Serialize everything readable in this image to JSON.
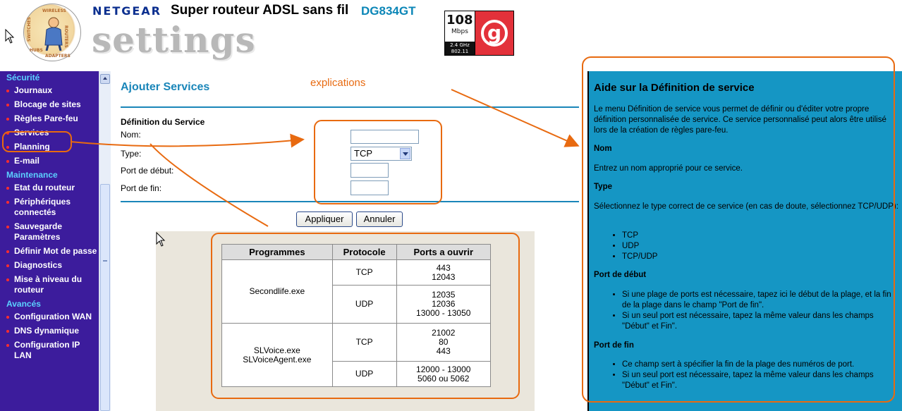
{
  "header": {
    "brand": "NETGEAR",
    "title": "Super routeur ADSL sans fil",
    "model": "DG834GT",
    "settings_word": "settings",
    "badge": {
      "number": "108",
      "unit": "Mbps",
      "band_line1": "2.4 GHz",
      "band_line2": "802.11",
      "letter": "g"
    },
    "logo_words": [
      "SWITCHES",
      "WIRELESS",
      "ROUTERS",
      "ADAPTERS",
      "HUBS"
    ]
  },
  "menu": [
    {
      "type": "section",
      "label": "Sécurité"
    },
    {
      "type": "item",
      "label": "Journaux"
    },
    {
      "type": "item",
      "label": "Blocage de sites"
    },
    {
      "type": "item",
      "label": "Règles Pare-feu"
    },
    {
      "type": "item",
      "label": "Services",
      "selected": true
    },
    {
      "type": "item",
      "label": "Planning"
    },
    {
      "type": "item",
      "label": "E-mail"
    },
    {
      "type": "section",
      "label": "Maintenance"
    },
    {
      "type": "item",
      "label": "Etat du routeur"
    },
    {
      "type": "item",
      "label": "Périphériques connectés"
    },
    {
      "type": "item",
      "label": "Sauvegarde Paramètres"
    },
    {
      "type": "item",
      "label": "Définir Mot de passe"
    },
    {
      "type": "item",
      "label": "Diagnostics"
    },
    {
      "type": "item",
      "label": "Mise à niveau du routeur"
    },
    {
      "type": "section",
      "label": "Avancés"
    },
    {
      "type": "item",
      "label": "Configuration WAN"
    },
    {
      "type": "item",
      "label": "DNS dynamique"
    },
    {
      "type": "item",
      "label": "Configuration IP LAN"
    }
  ],
  "form": {
    "heading": "Ajouter Services",
    "section_title": "Définition du Service",
    "name_label": "Nom:",
    "name_value": "",
    "type_label": "Type:",
    "type_value": "TCP",
    "start_port_label": "Port de début:",
    "start_port_value": "",
    "end_port_label": "Port de fin:",
    "end_port_value": "",
    "apply_label": "Appliquer",
    "cancel_label": "Annuler"
  },
  "annotation": {
    "label": "explications",
    "color": "#e86a10"
  },
  "ports_table": {
    "headers": [
      "Programmes",
      "Protocole",
      "Ports a ouvrir"
    ],
    "groups": [
      {
        "program": [
          "Secondlife.exe"
        ],
        "rows": [
          {
            "protocol": "TCP",
            "ports": [
              "443",
              "12043"
            ]
          },
          {
            "protocol": "UDP",
            "ports": [
              "12035",
              "12036",
              "13000 - 13050"
            ]
          }
        ]
      },
      {
        "program": [
          "SLVoice.exe",
          "SLVoiceAgent.exe"
        ],
        "rows": [
          {
            "protocol": "TCP",
            "ports": [
              "21002",
              "80",
              "443"
            ]
          },
          {
            "protocol": "UDP",
            "ports": [
              "12000 - 13000",
              "5060 ou 5062"
            ]
          }
        ]
      }
    ]
  },
  "help": {
    "title": "Aide sur la Définition de service",
    "intro": "Le menu Définition de service vous permet de définir ou d'éditer votre propre définition personnalisée de service. Ce service personnalisé peut alors être utilisé lors de la création de règles pare-feu.",
    "nom_heading": "Nom",
    "nom_text": "Entrez un nom approprié pour ce service.",
    "type_heading": "Type",
    "type_text": "Sélectionnez le type correct de ce service (en cas de doute, sélectionnez TCP/UDP):",
    "type_options": [
      "TCP",
      "UDP",
      "TCP/UDP"
    ],
    "start_heading": "Port de début",
    "start_items": [
      "Si une plage de ports est nécessaire, tapez ici le début de la plage, et la fin de la plage dans le champ \"Port de fin\".",
      "Si un seul port est nécessaire, tapez la même valeur dans les champs \"Début\" et Fin\"."
    ],
    "end_heading": "Port de fin",
    "end_items": [
      "Ce champ sert à spécifier la fin de la plage des numéros de port.",
      "Si un seul port est nécessaire, tapez la même valeur dans les champs \"Début\" et Fin\"."
    ]
  }
}
